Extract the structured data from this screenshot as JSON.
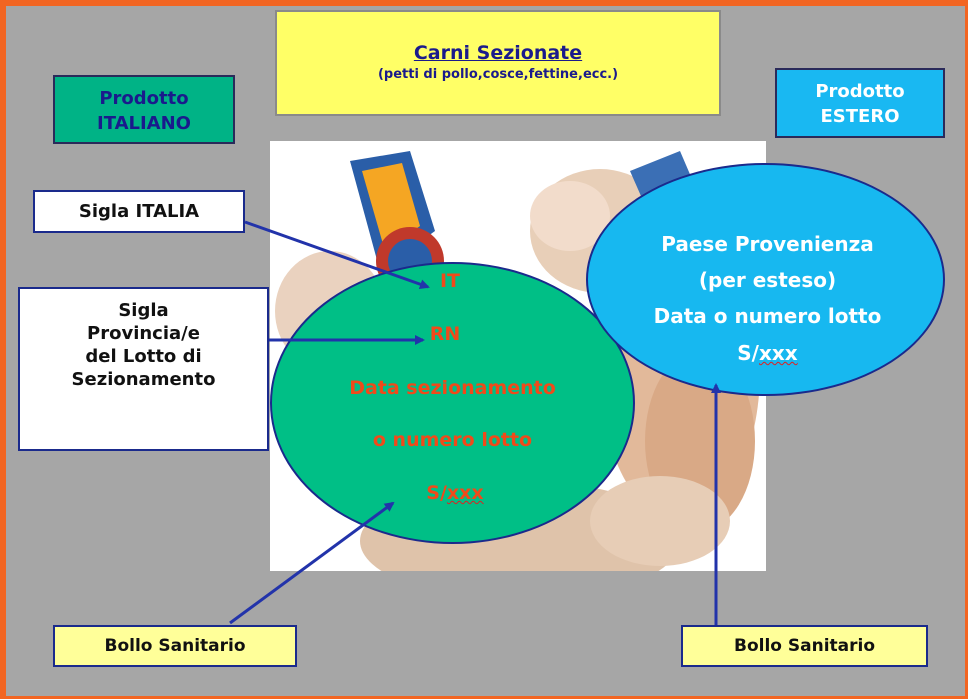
{
  "title": {
    "main": "Carni Sezionate",
    "sub": "(petti di pollo,cosce,fettine,ecc.)"
  },
  "prodotto_italiano": {
    "line1": "Prodotto",
    "line2": "ITALIANO"
  },
  "prodotto_estero": {
    "line1": "Prodotto",
    "line2": "ESTERO"
  },
  "sigla_italia": "Sigla ITALIA",
  "sigla_provincia": {
    "line1": "Sigla",
    "line2": "Provincia/e",
    "line3": "del Lotto di",
    "line4": "Sezionamento"
  },
  "green_oval": {
    "it": "IT",
    "rn": "RN",
    "line1": "Data sezionamento",
    "line2": "o numero lotto",
    "sxxx": "S/",
    "xxx": "xxx"
  },
  "blue_oval": {
    "line1": "Paese Provenienza",
    "line2": "(per esteso)",
    "line3": "Data o numero lotto",
    "sxxx": "S/",
    "xxx": "xxx"
  },
  "bollo_left": "Bollo Sanitario",
  "bollo_right": "Bollo Sanitario",
  "colors": {
    "frame": "#f26522",
    "background": "#a6a6a6",
    "title_bg": "#ffff66",
    "italiano_bg": "#00b386",
    "estero_bg": "#19b8f2",
    "arrow": "#2233aa",
    "red_text": "#f04a1a"
  }
}
